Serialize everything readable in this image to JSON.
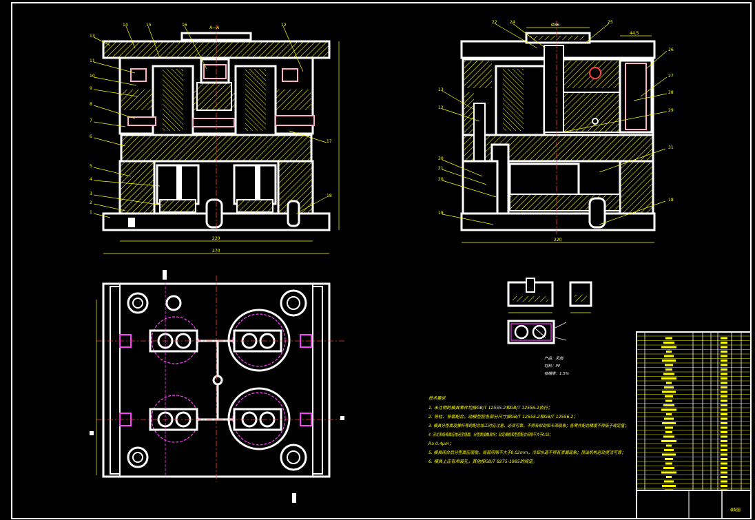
{
  "drawing": {
    "callouts_front": [
      "13",
      "14",
      "15",
      "16",
      "12",
      "11",
      "10",
      "9",
      "8",
      "7",
      "6",
      "5",
      "4",
      "3",
      "2",
      "1",
      "17",
      "18"
    ],
    "callouts_side": [
      "22",
      "24",
      "25",
      "26",
      "27",
      "28",
      "29",
      "13",
      "12",
      "31",
      "30",
      "18",
      "21",
      "20",
      "19"
    ],
    "section_mark": "A—A",
    "dim_front_inner": "220",
    "dim_front_outer": "270",
    "dim_side_bottom": "220",
    "dim_side_top": "Ø86",
    "dim_side_top2": "44.5"
  },
  "product": {
    "name": "产品：风扇",
    "material": "材料：PP",
    "shrink": "收缩率：1.5%"
  },
  "tech_requirements": {
    "title": "技术要求",
    "items": [
      "1. 未注明的模具零件均按GB/T 12555.2和GB/T 12556.2执行；",
      "2. 导柱、导套配合，动模型腔各部分尺寸按GB/T 12555.2和GB/T 12556.2；",
      "3. 模具分型面及推杆等的配合加工时应注意，必须可靠，不得有松动和卡滞现象；各零件配合精度不得低于规定值；",
      "4. 浇注系统表面应抛光至镜面，分型面接触良好；动定模板和型腔配合间隙不大于0.02；",
      "   Ra 0.4μm；",
      "5. 模具闭合后分型面应密贴，局部间隙不大于0.02mm，冷却水道不得有渗漏现象；顶出机构运动灵活可靠；",
      "6. 模具上应有吊装孔，其他按GB/T 8275-1985的规定。"
    ]
  },
  "title_block": {
    "drawing_name": "装配图"
  }
}
